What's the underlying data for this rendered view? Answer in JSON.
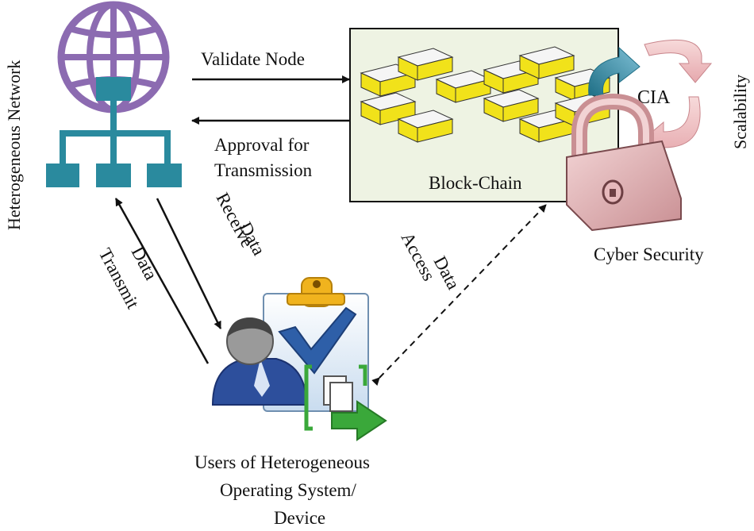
{
  "labels": {
    "network": "Heterogeneous Network",
    "validate_node": "Validate Node",
    "approval_line1": "Approval for",
    "approval_line2": "Transmission",
    "blockchain": "Block-Chain",
    "cia": "CIA",
    "scalability": "Scalability",
    "cyber_security": "Cyber Security",
    "transmit_line1": "Transmit",
    "transmit_line2": "Data",
    "receive_line1": "Receive",
    "receive_line2": "Data",
    "access_line1": "Access",
    "access_line2": "Data",
    "users_line1": "Users of Heterogeneous",
    "users_line2": "Operating System/",
    "users_line3": "Device"
  },
  "colors": {
    "globe": "#8c6bb1",
    "network_tree": "#2a8a9e",
    "blockchain_panel": "#eef3e3",
    "block_top": "#f5f5f5",
    "block_side": "#f1e21a",
    "padlock": "#d9a6a9",
    "cia_arrow_teal": "#3a8fa8",
    "cia_arrow_pink": "#f0c0c4",
    "clipboard": "#dce9f5",
    "check": "#2e5fa8",
    "user_body": "#2d4f9c",
    "doc_arrow": "#3aa83a"
  }
}
